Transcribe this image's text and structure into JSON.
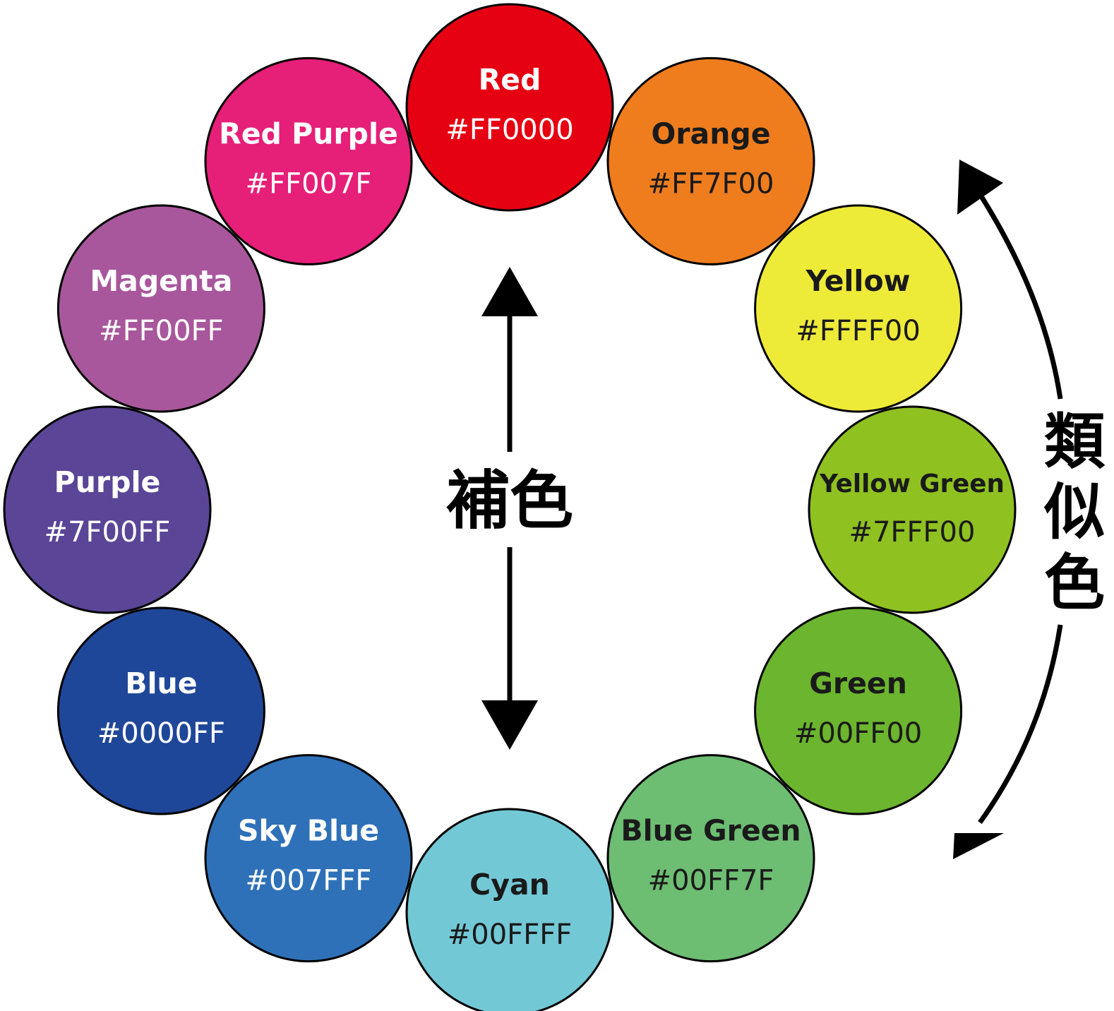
{
  "colors": [
    {
      "name": "Red",
      "hex": "#FF0000",
      "fill": "#e50012",
      "text_color": "#ffffff"
    },
    {
      "name": "Orange",
      "hex": "#FF7F00",
      "fill": "#ef7d1e",
      "text_color": "#1a1a1a"
    },
    {
      "name": "Yellow",
      "hex": "#FFFF00",
      "fill": "#eeea38",
      "text_color": "#1a1a1a"
    },
    {
      "name": "Yellow Green",
      "hex": "#7FFF00",
      "fill": "#8fc121",
      "text_color": "#1a1a1a"
    },
    {
      "name": "Green",
      "hex": "#00FF00",
      "fill": "#6cb52e",
      "text_color": "#1a1a1a"
    },
    {
      "name": "Blue Green",
      "hex": "#00FF7F",
      "fill": "#6dbd73",
      "text_color": "#1a1a1a"
    },
    {
      "name": "Cyan",
      "hex": "#00FFFF",
      "fill": "#73c8d6",
      "text_color": "#1a1a1a"
    },
    {
      "name": "Sky Blue",
      "hex": "#007FFF",
      "fill": "#2e71b8",
      "text_color": "#ffffff"
    },
    {
      "name": "Blue",
      "hex": "#0000FF",
      "fill": "#1f4799",
      "text_color": "#ffffff"
    },
    {
      "name": "Purple",
      "hex": "#7F00FF",
      "fill": "#5a4597",
      "text_color": "#ffffff"
    },
    {
      "name": "Magenta",
      "hex": "#FF00FF",
      "fill": "#a8579c",
      "text_color": "#ffffff"
    },
    {
      "name": "Red Purple",
      "hex": "#FF007F",
      "fill": "#e61f78",
      "text_color": "#ffffff"
    }
  ],
  "complementary_label": "補色",
  "analogous_label": [
    "類",
    "似",
    "色"
  ],
  "outline_color": "#000000",
  "arrow_color": "#000000"
}
